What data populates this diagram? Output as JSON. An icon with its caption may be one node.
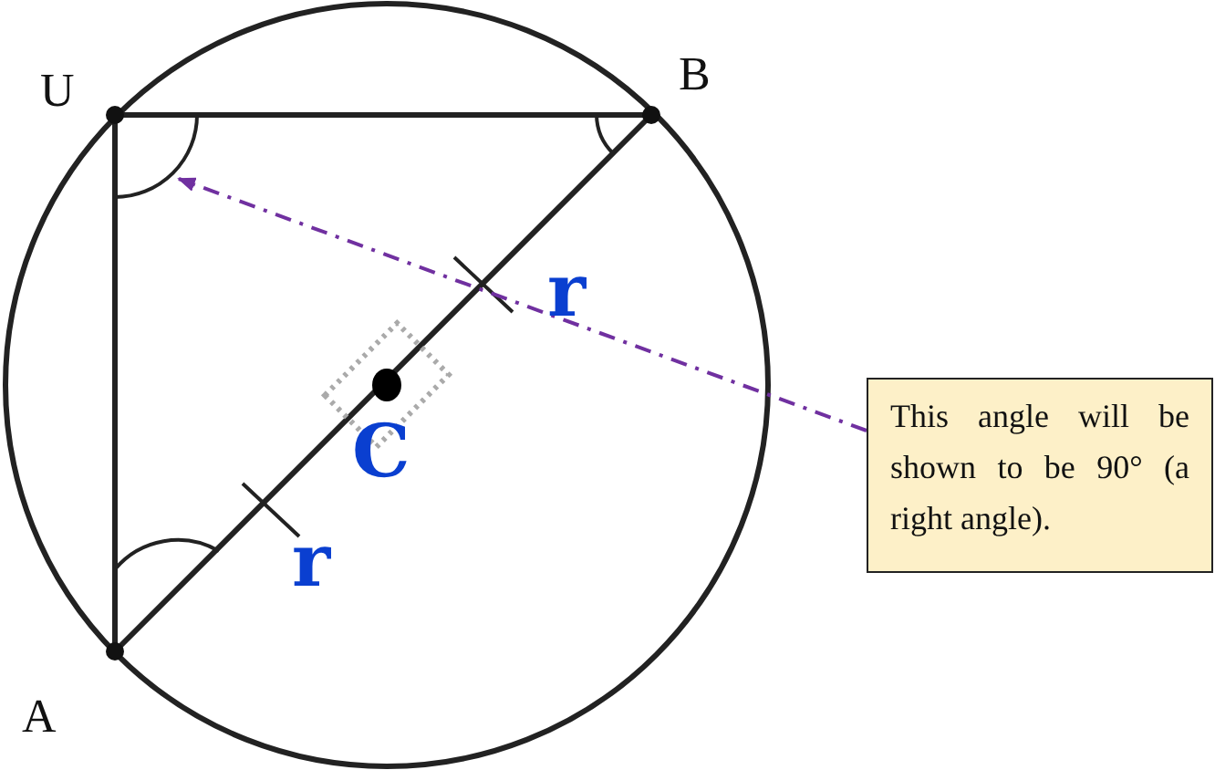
{
  "diagram": {
    "nodes": [
      {
        "text": [
          "This angle will be shown to be 90° (a right angle)."
        ]
      },
      {
        "text": [],
        "shape": "arc"
      }
    ],
    "edges": [
      {
        "from": 0,
        "to": 1,
        "arrow": "to",
        "style": "dashed",
        "color": "#7030a0"
      }
    ],
    "labels": [
      "U",
      "B",
      "r",
      "C",
      "r",
      "A"
    ]
  }
}
